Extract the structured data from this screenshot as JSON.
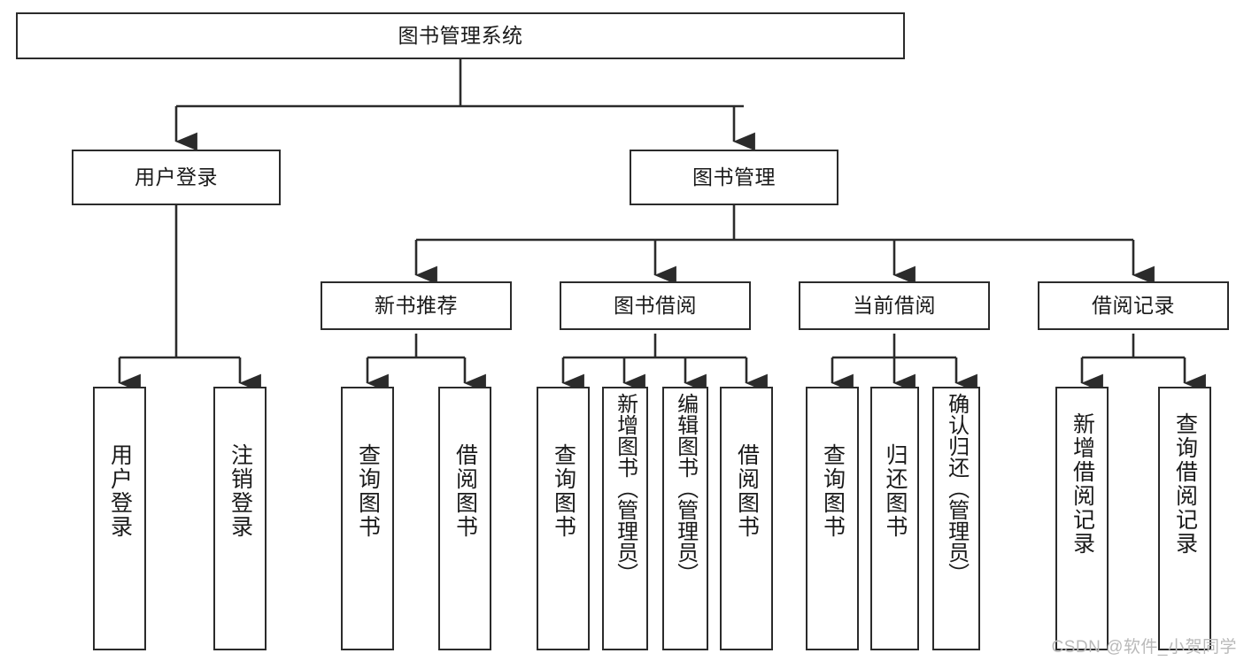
{
  "diagram": {
    "title": "图书管理系统",
    "type": "hierarchy-tree",
    "colors": {
      "box_border": "#2b2b2b",
      "box_fill": "#ffffff",
      "edge": "#2b2b2b",
      "background": "#ffffff",
      "watermark": "#b9b9b9"
    },
    "levels": {
      "level1": [
        "图书管理系统"
      ],
      "level2": [
        "用户登录",
        "图书管理"
      ],
      "level3": [
        "新书推荐",
        "图书借阅",
        "当前借阅",
        "借阅记录"
      ],
      "level4": [
        "用户登录",
        "注销登录",
        "查询图书",
        "借阅图书",
        "查询图书",
        "新增图书（管理员）",
        "编辑图书（管理员）",
        "借阅图书",
        "查询图书",
        "归还图书",
        "确认归还（管理员）",
        "新增借阅记录",
        "查询借阅记录"
      ]
    },
    "nodes": {
      "root": {
        "label": "图书管理系统"
      },
      "user_login": {
        "label": "用户登录"
      },
      "book_mgmt": {
        "label": "图书管理"
      },
      "new_book_rec": {
        "label": "新书推荐"
      },
      "book_borrow": {
        "label": "图书借阅"
      },
      "current_borrow": {
        "label": "当前借阅"
      },
      "borrow_record": {
        "label": "借阅记录"
      },
      "leaf_user_login": {
        "label": "用户登录"
      },
      "leaf_logout": {
        "label": "注销登录"
      },
      "leaf_query_book_1": {
        "label": "查询图书"
      },
      "leaf_borrow_book_1": {
        "label": "借阅图书"
      },
      "leaf_query_book_2": {
        "label": "查询图书"
      },
      "leaf_add_book_admin": {
        "label": "新增图书（管理员）"
      },
      "leaf_edit_book_admin": {
        "label": "编辑图书（管理员）"
      },
      "leaf_borrow_book_2": {
        "label": "借阅图书"
      },
      "leaf_query_book_3": {
        "label": "查询图书"
      },
      "leaf_return_book": {
        "label": "归还图书"
      },
      "leaf_confirm_return_admin": {
        "label": "确认归还（管理员）"
      },
      "leaf_add_borrow_record": {
        "label": "新增借阅记录"
      },
      "leaf_query_borrow_record": {
        "label": "查询借阅记录"
      }
    },
    "watermark": "CSDN @软件_小贺同学"
  }
}
